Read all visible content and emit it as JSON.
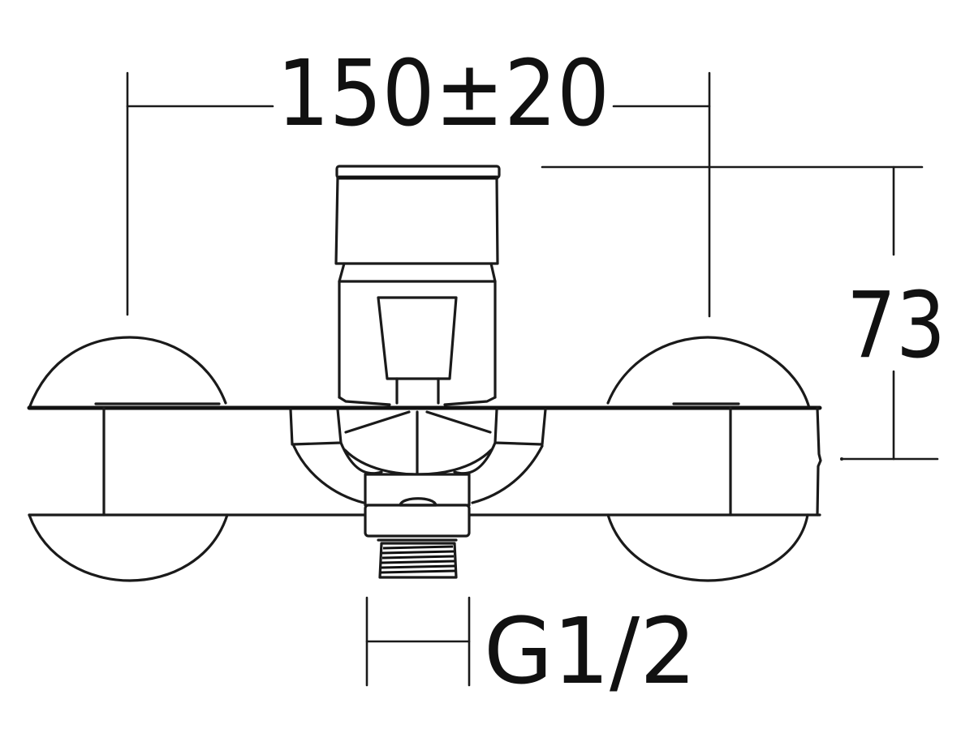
{
  "drawing": {
    "subject": "wall-mounted bath mixer, front elevation",
    "line_color": "#1a1a1a",
    "background": "#ffffff"
  },
  "dimensions": {
    "centers_width": {
      "label": "150±20"
    },
    "projection_height": {
      "label": "73"
    },
    "outlet_thread": {
      "label": "G1/2"
    }
  }
}
